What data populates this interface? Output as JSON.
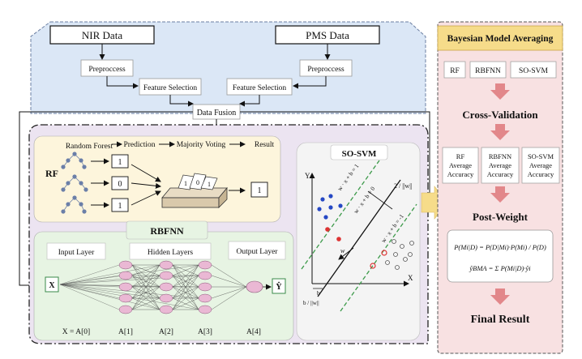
{
  "fusion": {
    "nir": "NIR Data",
    "pms": "PMS Data",
    "preprocess": "Preproccess",
    "feature_selection": "Feature Selection",
    "data_fusion": "Data Fusion"
  },
  "rf": {
    "label": "RF",
    "random_forest": "Random Forest",
    "prediction": "Prediction",
    "majority_voting": "Majority Voting",
    "result": "Result",
    "votes": [
      "1",
      "0",
      "1"
    ],
    "ballots": [
      "1",
      "0",
      "1"
    ],
    "result_value": "1"
  },
  "rbfnn": {
    "label": "RBFNN",
    "input_layer": "Input Layer",
    "hidden_layers": "Hidden Layers",
    "output_layer": "Output Layer",
    "input_symbol": "X",
    "output_symbol": "Ŷ",
    "bottom_labels": [
      "X = A[0]",
      "A[1]",
      "A[2]",
      "A[3]",
      "A[4]"
    ]
  },
  "svm": {
    "title": "SO-SVM",
    "y_axis": "Y",
    "x_axis": "X",
    "line_top": "w · x + b = 1",
    "line_mid": "w · x + b = 0",
    "line_bot": "w · x + b = -1",
    "margin": "2 / ||w||",
    "w_label": "w",
    "b_label": "b",
    "bw_label": "b / ||w||"
  },
  "bma": {
    "title": "Bayesian Model Averaging",
    "models": [
      "RF",
      "RBFNN",
      "SO-SVM"
    ],
    "cross_validation": "Cross-Validation",
    "accuracies": [
      "RF Average Accuracy",
      "RBFNN Average Accuracy",
      "SO-SVM Average Accuracy"
    ],
    "post_weight": "Post-Weight",
    "formula1": "P(Mi|D) = P(D|Mi)·P(Mi) / P(D)",
    "formula2": "ŷBMA = Σ P(Mi|D)·ŷi",
    "final_result": "Final Result"
  },
  "colors": {
    "fusion_bg": "#dbe7f6",
    "rf_bg": "#fdf5dc",
    "rbfnn_bg": "#e7f4e3",
    "svm_bg": "#f4f4f4",
    "model_bg": "#ece4f1",
    "bma_bg": "#f8e1e2",
    "arrow_pink": "#e2878a",
    "arrow_yellow": "#f6dc8a",
    "node_pink": "#eab8d4"
  }
}
